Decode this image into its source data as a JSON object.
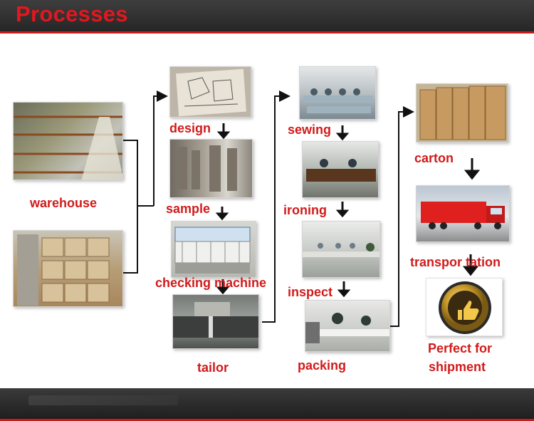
{
  "header": {
    "title": "Processes"
  },
  "steps": {
    "warehouse": "warehouse",
    "design": "design",
    "sample": "sample",
    "checking_machine": "checking machine",
    "tailor": "tailor",
    "sewing": "sewing",
    "ironing": "ironing",
    "inspect": "inspect",
    "packing": "packing",
    "carton": "carton",
    "transportation": "transpor tation",
    "perfect_line1": "Perfect for",
    "perfect_line2": "shipment"
  },
  "colors": {
    "accent": "#d21a1a",
    "header_bg": "#2f2f2f",
    "title": "#e3171e"
  },
  "icons": {
    "final": "thumbs-up-gold-badge-icon"
  }
}
